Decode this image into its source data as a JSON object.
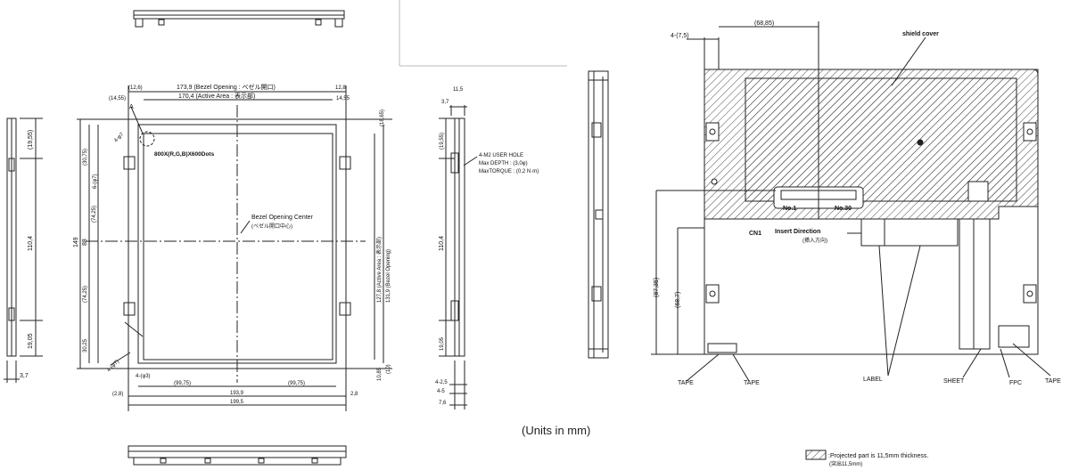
{
  "front_view": {
    "bezel_opening": "173,9 (Bezel Opening : べゼル開口)",
    "active_area": "170,4 (Active Area : 表示部)",
    "resolution": "800X(R,G,B)X600Dots",
    "bezel_center": "Bezel Opening Center",
    "bezel_center_jp": "(ベゼル開口中心)",
    "dim_12_6": "(12,6)",
    "dim_12_8": "12,8",
    "dim_14_55_l": "(14,55)",
    "dim_14_55_r": "14,55",
    "dim_a": "A",
    "dim_v_149": "149",
    "dim_v_88": "88",
    "dim_v_30_25": "(30,75)",
    "dim_v_74_25_top": "(74,25)",
    "dim_v_74_25_bot": "(74,25)",
    "dim_v_30_25_bot": "30,25",
    "dim_v_18_65": "(18,65)",
    "dim_v_127_8": "127,8 (Active Area : 表示部)",
    "dim_v_131_9": "131,9 (Bezel Opening)",
    "dim_v_10_85": "10,85",
    "dim_v_10": "(10)",
    "dim_4_63": "4-(φ3)",
    "dim_4_67": "4-(φ7)",
    "dim_6_67": "6-(φ7)",
    "dim_99_75_l": "(99,75)",
    "dim_193_9": "193,9",
    "dim_99_75_r": "(99,75)",
    "dim_2_8_l": "(2,8)",
    "dim_2_8_r": "2,8",
    "dim_199_5": "199,5",
    "dim_r07": "4-φ7"
  },
  "left_side_view": {
    "dim_19_55": "(19,55)",
    "dim_110_4": "110,4",
    "dim_19_05": "19,05",
    "dim_3_7": "3,7"
  },
  "right_side_view": {
    "dim_3_7": "3,7",
    "dim_11_5": "11,5",
    "dim_19_55": "(19,55)",
    "user_hole": "4-M2 USER HOLE",
    "max_depth": "Max DEPTH : (3,0φ)",
    "max_torque": "MaxTORQUE : (0,2 N·m)",
    "dim_110_4": "110,4",
    "dim_19_05": "19,05",
    "dim_4_2_5": "4-2,5",
    "dim_4_5": "4-5",
    "dim_7_6": "7,6"
  },
  "back_view": {
    "dim_4_7_5": "4-(7,5)",
    "dim_68_85": "(68,85)",
    "shield_cover": "shield cover",
    "no1": "No.1",
    "no30": "No.30",
    "cn1": "CN1",
    "insert_direction": "Insert Direction",
    "insert_direction_jp": "(挿入方向)",
    "dim_87_35": "(87,35)",
    "dim_68_7": "(68,7)",
    "tape_left": "TAPE",
    "tape_right": "TAPE",
    "label": "LABEL",
    "sheet": "SHEET",
    "fpc": "FPC",
    "tape_far": "TAPE"
  },
  "units_note": "(Units in mm)",
  "legend": {
    "projected": ":Projected part is 11,5mm thickness.",
    "projected_jp": "(突出11,5mm)"
  }
}
